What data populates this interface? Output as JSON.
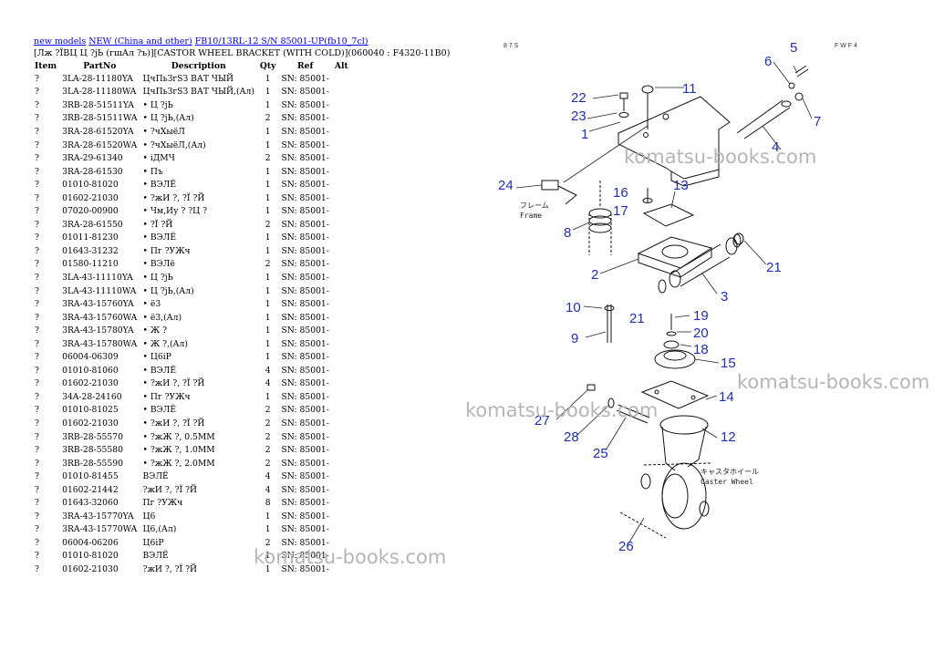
{
  "breadcrumb": {
    "links": [
      "new models",
      "NEW (China and other)",
      "FB10/13RL-12 S/N 85001-UP(fb10_7cl)"
    ]
  },
  "subtitle": "[Лж ?ЇВЦ Ц ?јЬ (гшАл ?ъ)][CASTOR WHEEL BRACKET (WITH COLD)](060040 : F4320-11B0)",
  "table": {
    "headers": [
      "Item",
      "PartNo",
      "Description",
      "Qty",
      "Ref",
      "Alt"
    ],
    "rows": [
      [
        "?",
        "3LA-28-11180YA",
        "ЦчПьЗгЅЗ ВАТ ЧЫЙ",
        "1",
        "SN: 85001-",
        ""
      ],
      [
        "?",
        "3LA-28-11180WA",
        "ЦчПьЗгЅЗ ВАТ ЧЫЙ,(Ал)",
        "1",
        "SN: 85001-",
        ""
      ],
      [
        "?",
        "3RB-28-51511YA",
        "• Ц ?јЬ",
        "1",
        "SN: 85001-",
        ""
      ],
      [
        "?",
        "3RB-28-51511WA",
        "• Ц ?јЬ,(Ал)",
        "2",
        "SN: 85001-",
        ""
      ],
      [
        "?",
        "3RA-28-61520YA",
        "• ?чХыёЛ",
        "1",
        "SN: 85001-",
        ""
      ],
      [
        "?",
        "3RA-28-61520WA",
        "• ?чХыёЛ,(Ал)",
        "1",
        "SN: 85001-",
        ""
      ],
      [
        "?",
        "3RA-29-61340",
        "• iДМЧ",
        "2",
        "SN: 85001-",
        ""
      ],
      [
        "?",
        "3RA-28-61530",
        "• Пъ",
        "1",
        "SN: 85001-",
        ""
      ],
      [
        "?",
        "01010-81020",
        "• ВЭЛЁ",
        "1",
        "SN: 85001-",
        ""
      ],
      [
        "?",
        "01602-21030",
        "• ?жИ ?, ?Ї ?Й",
        "1",
        "SN: 85001-",
        ""
      ],
      [
        "?",
        "07020-00900",
        "• Чм,Иу ? ?Ц ?",
        "1",
        "SN: 85001-",
        ""
      ],
      [
        "?",
        "3RA-28-61550",
        "• ?Ї ?Й",
        "2",
        "SN: 85001-",
        ""
      ],
      [
        "?",
        "01011-81230",
        "• ВЭЛЁ",
        "1",
        "SN: 85001-",
        ""
      ],
      [
        "?",
        "01643-31232",
        "• Пг ?УЖч",
        "1",
        "SN: 85001-",
        ""
      ],
      [
        "?",
        "01580-11210",
        "• ВЭЛё",
        "2",
        "SN: 85001-",
        ""
      ],
      [
        "?",
        "3LA-43-11110YA",
        "• Ц ?јЬ",
        "1",
        "SN: 85001-",
        ""
      ],
      [
        "?",
        "3LA-43-11110WA",
        "• Ц ?јЬ,(Ал)",
        "1",
        "SN: 85001-",
        ""
      ],
      [
        "?",
        "3RA-43-15760YA",
        "• ё3",
        "1",
        "SN: 85001-",
        ""
      ],
      [
        "?",
        "3RA-43-15760WA",
        "• ё3,(Ал)",
        "1",
        "SN: 85001-",
        ""
      ],
      [
        "?",
        "3RA-43-15780YA",
        "• Ж ?",
        "1",
        "SN: 85001-",
        ""
      ],
      [
        "?",
        "3RA-43-15780WA",
        "• Ж ?,(Ал)",
        "1",
        "SN: 85001-",
        ""
      ],
      [
        "?",
        "06004-06309",
        "• Ц6iР",
        "1",
        "SN: 85001-",
        ""
      ],
      [
        "?",
        "01010-81060",
        "• ВЭЛЁ",
        "4",
        "SN: 85001-",
        ""
      ],
      [
        "?",
        "01602-21030",
        "• ?жИ ?, ?Ї ?Й",
        "4",
        "SN: 85001-",
        ""
      ],
      [
        "?",
        "34A-28-24160",
        "• Пг ?УЖч",
        "1",
        "SN: 85001-",
        ""
      ],
      [
        "?",
        "01010-81025",
        "• ВЭЛЁ",
        "2",
        "SN: 85001-",
        ""
      ],
      [
        "?",
        "01602-21030",
        "• ?жИ ?, ?Ї ?Й",
        "2",
        "SN: 85001-",
        ""
      ],
      [
        "?",
        "3RB-28-55570",
        "• ?жЖ ?, 0.5MM",
        "2",
        "SN: 85001-",
        ""
      ],
      [
        "?",
        "3RB-28-55580",
        "• ?жЖ ?, 1.0MM",
        "2",
        "SN: 85001-",
        ""
      ],
      [
        "?",
        "3RB-28-55590",
        "• ?жЖ ?, 2.0MM",
        "2",
        "SN: 85001-",
        ""
      ],
      [
        "?",
        "01010-81455",
        "ВЭЛЁ",
        "4",
        "SN: 85001-",
        ""
      ],
      [
        "?",
        "01602-21442",
        "?жИ ?, ?Ї ?Й",
        "4",
        "SN: 85001-",
        ""
      ],
      [
        "?",
        "01643-32060",
        "Пг ?УЖч",
        "8",
        "SN: 85001-",
        ""
      ],
      [
        "?",
        "3RA-43-15770YA",
        "Ц6",
        "1",
        "SN: 85001-",
        ""
      ],
      [
        "?",
        "3RA-43-15770WA",
        "Ц6,(Ал)",
        "1",
        "SN: 85001-",
        ""
      ],
      [
        "?",
        "06004-06206",
        "Ц6iР",
        "2",
        "SN: 85001-",
        ""
      ],
      [
        "?",
        "01010-81020",
        "ВЭЛЁ",
        "1",
        "SN: 85001-",
        ""
      ],
      [
        "?",
        "01602-21030",
        "?жИ ?, ?Ї ?Й",
        "1",
        "SN: 85001-",
        ""
      ]
    ]
  },
  "diagram": {
    "header_left": "8 7 S",
    "header_right": "F W F 4",
    "frame_label_jp": "フレーム",
    "frame_label": "Frame",
    "caster_label_jp": "キャスタホイール",
    "caster_label": "Caster Wheel",
    "callouts": [
      "1",
      "2",
      "3",
      "4",
      "5",
      "6",
      "7",
      "8",
      "9",
      "10",
      "11",
      "12",
      "13",
      "14",
      "15",
      "16",
      "17",
      "18",
      "19",
      "20",
      "21",
      "21",
      "22",
      "23",
      "24",
      "25",
      "26",
      "27",
      "28"
    ]
  },
  "watermarks": [
    "komatsu-books.com",
    "komatsu-books.com",
    "komatsu-books.com",
    "komatsu-books.com"
  ]
}
